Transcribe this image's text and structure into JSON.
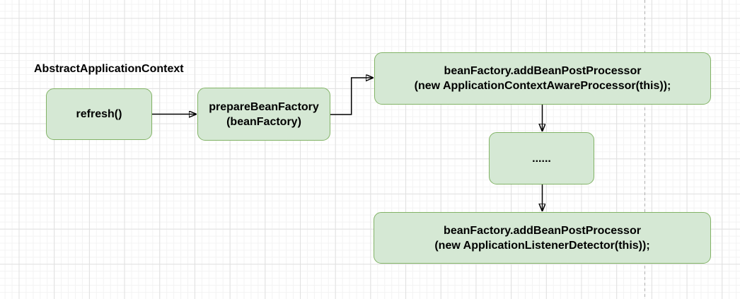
{
  "diagram": {
    "title": "AbstractApplicationContext",
    "nodes": {
      "refresh": {
        "label": "refresh()"
      },
      "prepare_bean_factory": {
        "line1": "prepareBeanFactory",
        "line2": "(beanFactory)"
      },
      "add_context_aware_processor": {
        "line1": "beanFactory.addBeanPostProcessor",
        "line2": "(new ApplicationContextAwareProcessor(this));"
      },
      "ellipsis": {
        "label": "......"
      },
      "add_listener_detector": {
        "line1": "beanFactory.addBeanPostProcessor",
        "line2": "(new ApplicationListenerDetector(this));"
      }
    },
    "edges": [
      {
        "from": "refresh",
        "to": "prepare_bean_factory",
        "style": "straight-arrow"
      },
      {
        "from": "prepare_bean_factory",
        "to": "add_context_aware_processor",
        "style": "elbow-arrow"
      },
      {
        "from": "add_context_aware_processor",
        "to": "ellipsis",
        "style": "straight-arrow"
      },
      {
        "from": "ellipsis",
        "to": "add_listener_detector",
        "style": "straight-arrow"
      }
    ],
    "colors": {
      "node_fill": "#d5e8d4",
      "node_border": "#82b366",
      "arrow": "#000000",
      "text": "#000000",
      "grid_minor": "#f3f3f3",
      "grid_major": "#e0e0e0",
      "guide_line": "#b0b0b0",
      "background": "#ffffff"
    }
  }
}
